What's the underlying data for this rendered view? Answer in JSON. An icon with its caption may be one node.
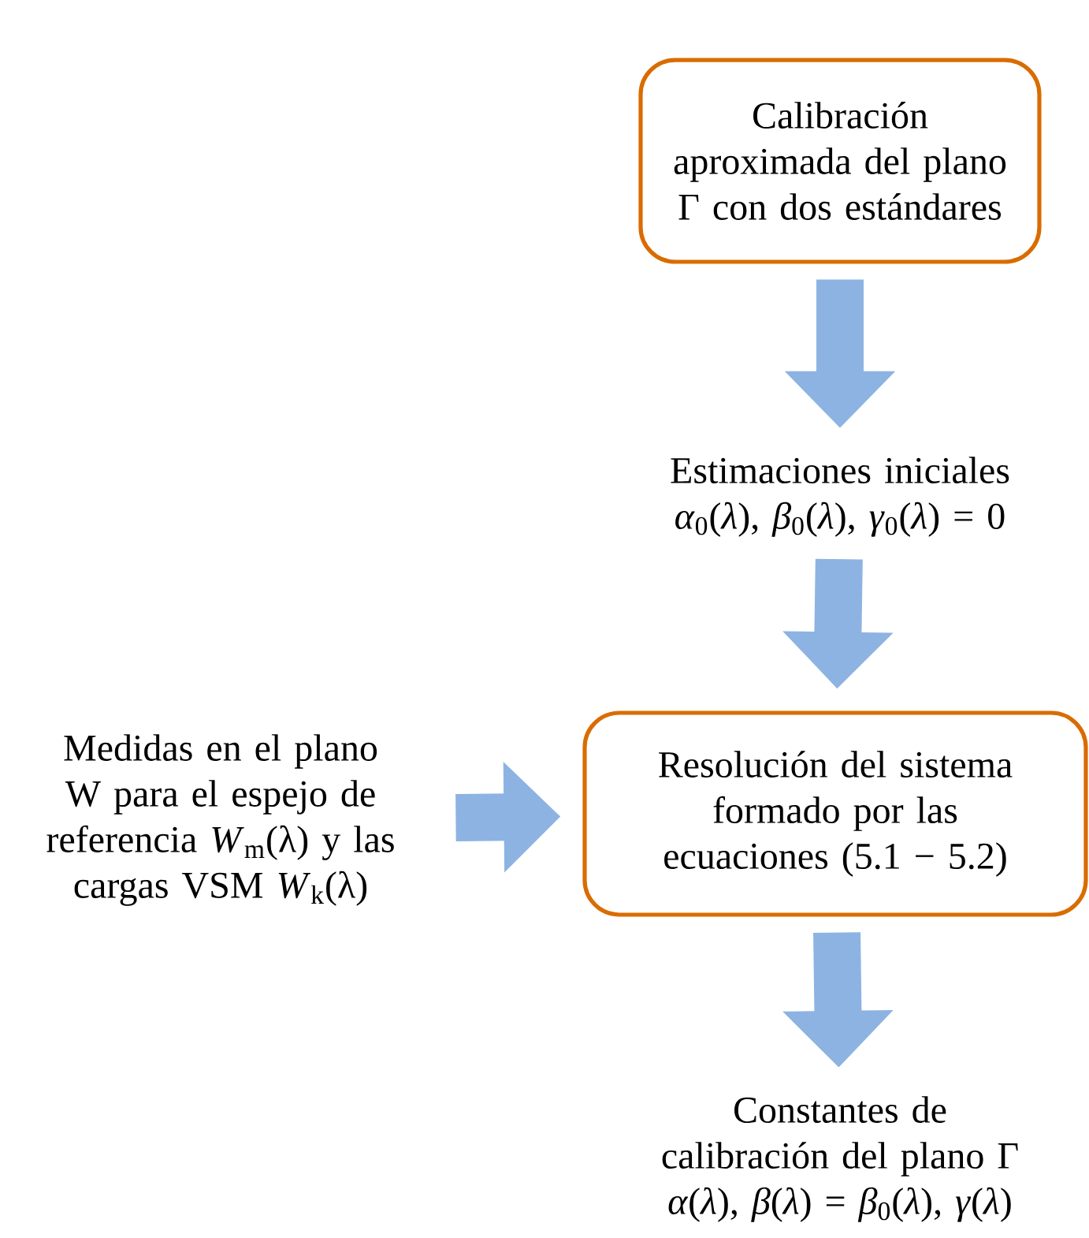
{
  "diagram": {
    "nodes": [
      {
        "text": [
          "Calibración aproximada del plano Γ con dos estándares"
        ]
      },
      {
        "text": [
          "Estimaciones iniciales",
          "*α*$_{0}$(*λ*), *β*$_{0}$(*λ*), *γ*$_{0}$(*λ*) = 0"
        ]
      },
      {
        "text": [
          "Resolución del sistema formado por las ecuaciones (5.1 − 5.2)"
        ]
      },
      {
        "text": [
          "Medidas en el plano W para el espejo de referencia *W*$_{m}$(λ) y las cargas VSM *W*$_{k}$(λ)"
        ]
      },
      {
        "text": [
          "Constantes de calibración del plano Γ",
          "*α*(*λ*), *β*(*λ*) = *β*$_{0}$(*λ*), *γ*(*λ*)"
        ]
      }
    ],
    "edges": [
      {
        "from": 0,
        "to": 1,
        "arrow": "to"
      },
      {
        "from": 1,
        "to": 2,
        "arrow": "to"
      },
      {
        "from": 3,
        "to": 2,
        "arrow": "to"
      },
      {
        "from": 2,
        "to": 4,
        "arrow": "to"
      }
    ]
  }
}
